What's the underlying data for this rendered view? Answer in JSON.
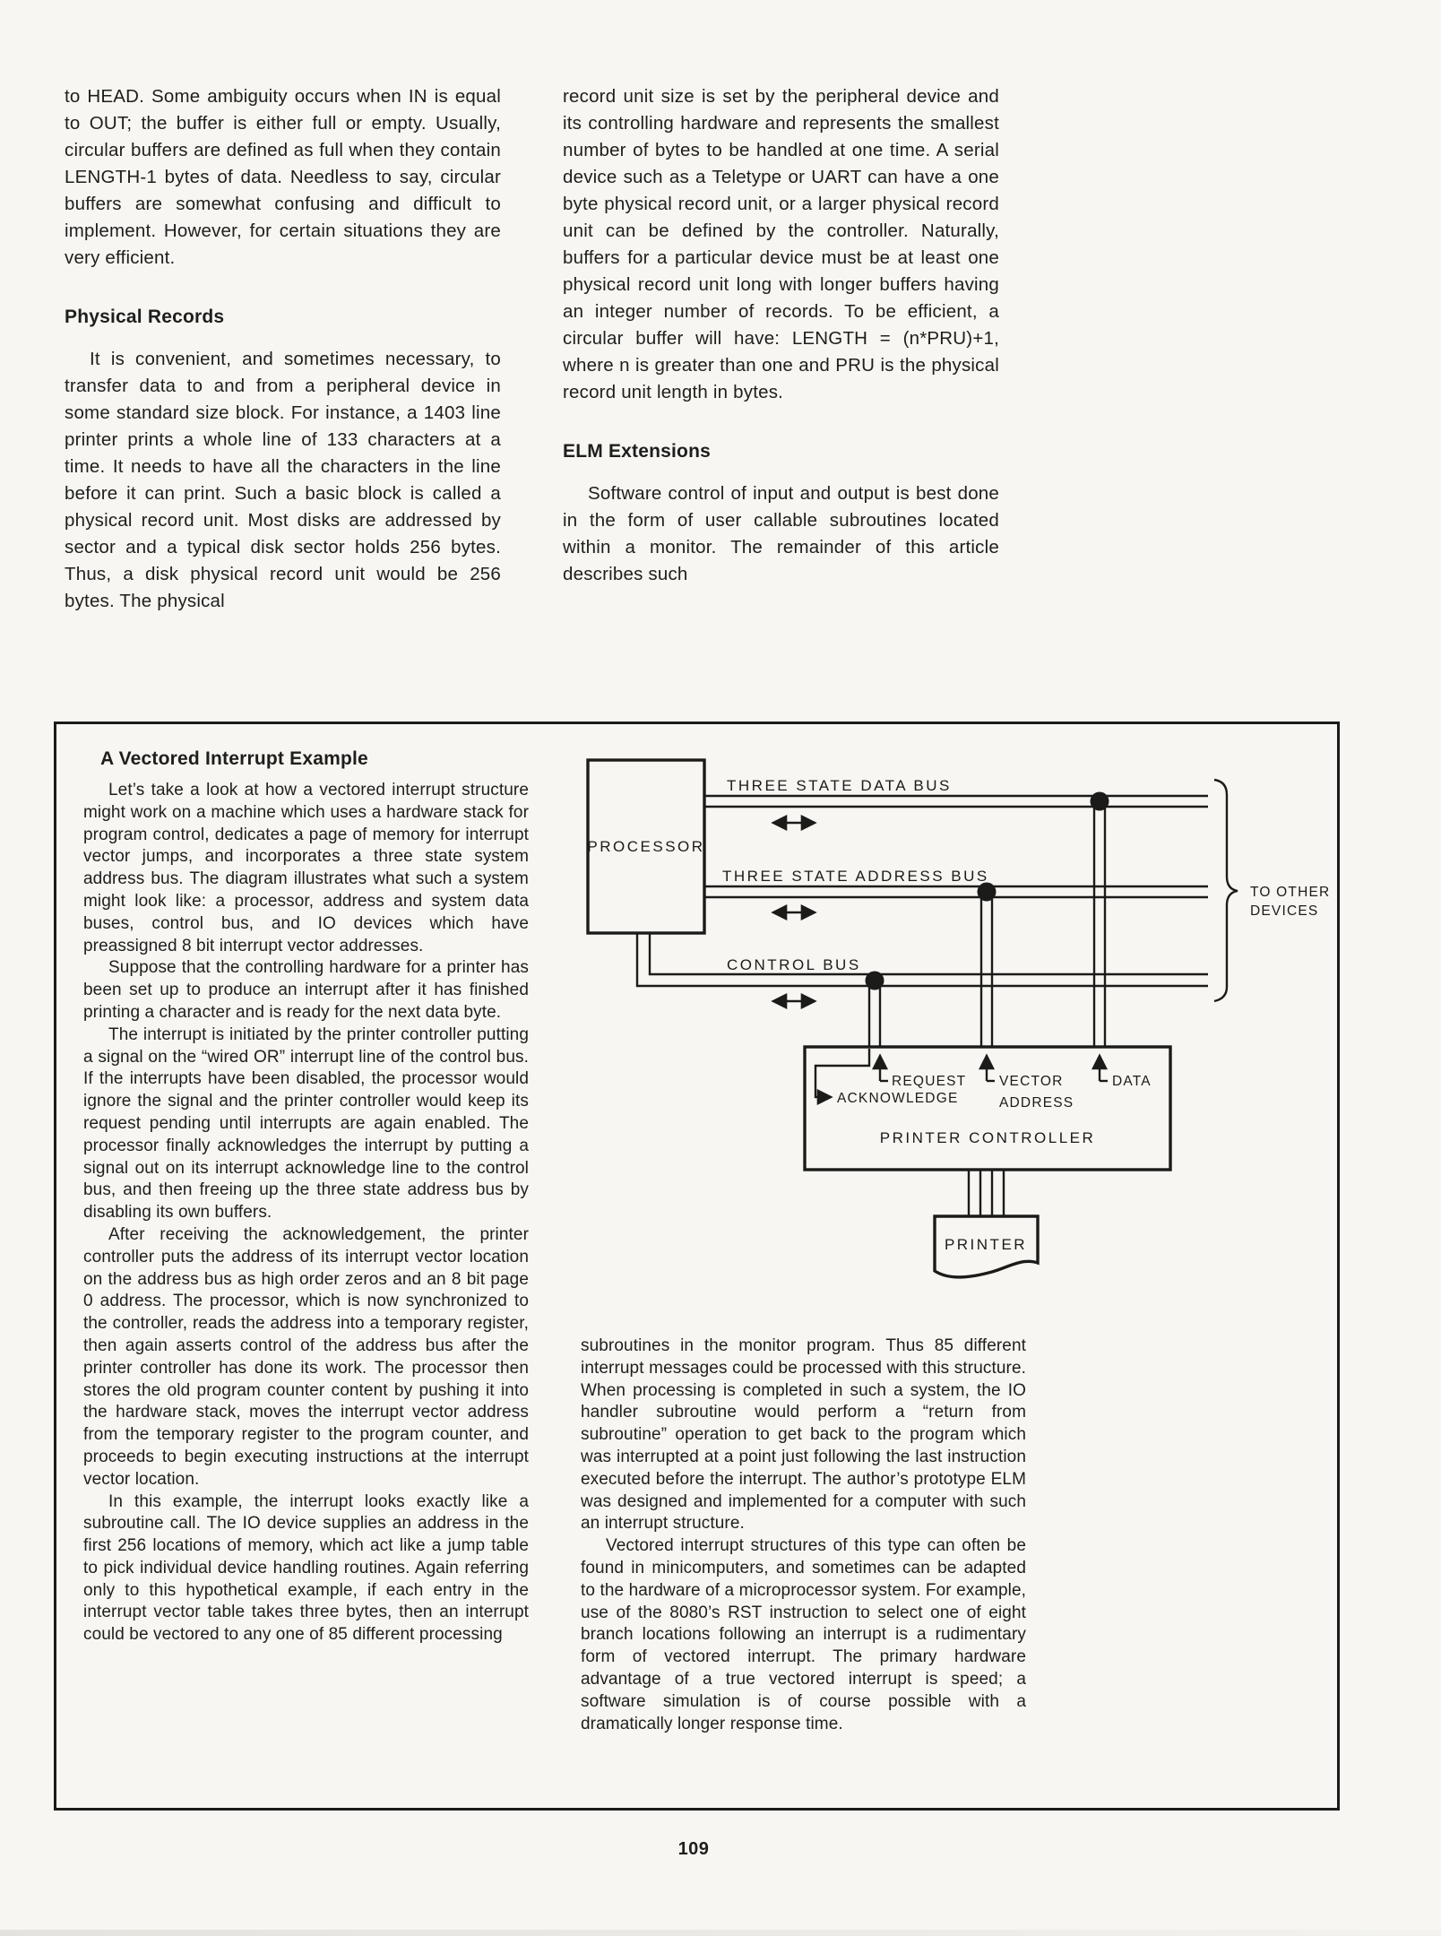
{
  "page": {
    "number": "109"
  },
  "article": {
    "col_left": {
      "para1": "to HEAD. Some ambiguity occurs when IN is equal to OUT; the buffer is either full or empty. Usually, circular buffers are defined as full when they contain LENGTH-1 bytes of data. Needless to say, circular buffers are somewhat confusing and difficult to implement. However, for certain situations they are very efficient.",
      "heading": "Physical Records",
      "para2": "It is convenient, and sometimes necessary, to transfer data to and from a peripheral device in some standard size block. For instance, a 1403 line printer prints a whole line of 133 characters at a time. It needs to have all the characters in the line before it can print. Such a basic block is called a physical record unit. Most disks are addressed by sector and a typical disk sector holds 256 bytes. Thus, a disk physical record unit would be 256 bytes. The physical"
    },
    "col_right": {
      "para1": "record unit size is set by the peripheral device and its controlling hardware and represents the smallest number of bytes to be handled at one time. A serial device such as a Teletype or UART can have a one byte physical record unit, or a larger physical record unit can be defined by the controller. Naturally, buffers for a particular device must be at least one physical record unit long with longer buffers having an integer number of records. To be efficient, a circular buffer will have: LENGTH = (n*PRU)+1, where n is greater than one and PRU is the physical record unit length in bytes.",
      "heading": "ELM Extensions",
      "para2": "Software control of input and output is best done in the form of user callable subroutines located within a monitor. The remainder of this article describes such"
    }
  },
  "sidebar": {
    "title": "A Vectored Interrupt Example",
    "col_left": {
      "para1": "Let’s take a look at how a vectored interrupt structure might work on a machine which uses a hardware stack for program control, dedicates a page of memory for interrupt vector jumps, and incorporates a three state system address bus. The diagram illustrates what such a system might look like:  a processor, address and system data buses, control bus, and IO devices which have preassigned 8 bit interrupt vector addresses.",
      "para2": "Suppose that the controlling hardware for a printer has been set up to produce an interrupt after it has finished printing a character and is ready for the next data byte.",
      "para3": "The interrupt is initiated by the printer controller putting a signal on the “wired OR” interrupt line of the control bus. If the interrupts have been disabled, the processor would ignore the signal and the printer controller would keep its request pending until interrupts are again enabled. The processor finally acknowledges the interrupt by putting a signal out on its interrupt acknowledge line to the control bus, and then freeing up the three state address bus by disabling its own buffers.",
      "para4": "After receiving the acknowledgement, the printer controller puts the address of its interrupt vector location on the address bus as high order zeros and an 8 bit page 0 address. The processor, which is now synchronized to the controller, reads the address into a temporary register, then again asserts control of the address bus after the printer controller has done its work. The processor then stores the old program counter content by pushing it into the hardware stack, moves the interrupt vector address from the temporary register to the program counter, and proceeds to begin executing instructions at the interrupt vector location.",
      "para5": "In this example, the interrupt looks exactly like a subroutine call. The IO device supplies an address in the first 256 locations of memory, which act like a jump table to pick individual device handling routines. Again referring only to this hypothetical example, if each entry in the interrupt vector table takes three bytes, then an interrupt could be vectored to any one of 85 different processing"
    },
    "col_right": {
      "para1": "subroutines in the monitor program. Thus 85 different interrupt messages could be processed with this structure. When processing is completed in such a system, the IO handler subroutine would perform a “return from subroutine” operation to get back to the program which was interrupted at a point just following the last instruction executed before the interrupt. The author’s prototype ELM was designed and implemented for a computer with such an interrupt structure.",
      "para2": "Vectored interrupt structures of this type can often be found in minicomputers, and sometimes can be adapted to the hardware of a microprocessor system. For example, use of the 8080’s RST instruction to select one of eight branch locations following an interrupt is a rudimentary form of vectored interrupt. The primary hardware advantage of a true vectored interrupt is speed; a software simulation is of course possible with a dramatically longer response time."
    }
  },
  "diagram": {
    "processor_label": "PROCESSOR",
    "data_bus_label": "THREE STATE DATA BUS",
    "address_bus_label": "THREE STATE ADDRESS BUS",
    "control_bus_label": "CONTROL BUS",
    "to_other_devices_line1": "TO OTHER",
    "to_other_devices_line2": "DEVICES",
    "request_label": "REQUEST",
    "acknowledge_label": "ACKNOWLEDGE",
    "vector_address_line1": "VECTOR",
    "vector_address_line2": "ADDRESS",
    "data_label": "DATA",
    "printer_controller_label": "PRINTER  CONTROLLER",
    "printer_label": "PRINTER"
  },
  "colors": {
    "ink": "#1b1b19",
    "paper": "#f7f6f2"
  }
}
